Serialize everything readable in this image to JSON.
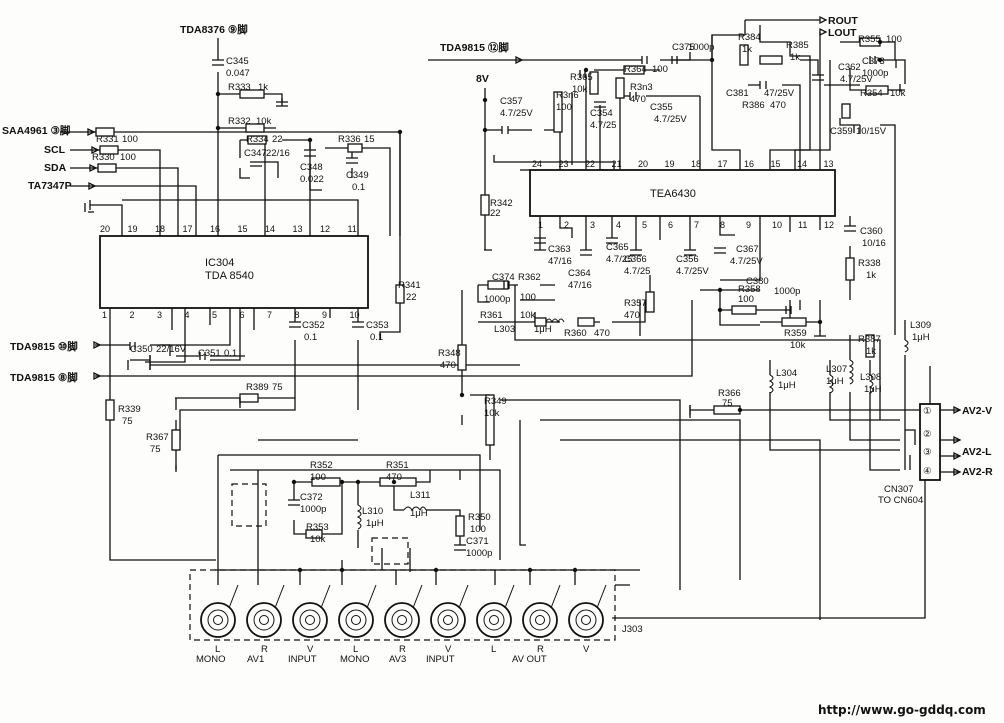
{
  "ic304": {
    "ref": "IC304",
    "part": "TDA 8540",
    "top_pins": [
      "20",
      "19",
      "18",
      "17",
      "16",
      "15",
      "14",
      "13",
      "12",
      "11"
    ],
    "bottom_pins": [
      "1",
      "2",
      "3",
      "4",
      "5",
      "6",
      "7",
      "8",
      "9",
      "10"
    ]
  },
  "u2": {
    "part": "TEA6430",
    "top_pins": [
      "24",
      "23",
      "22",
      "21",
      "20",
      "19",
      "18",
      "17",
      "16",
      "15",
      "14",
      "13"
    ],
    "bottom_pins": [
      "1",
      "2",
      "3",
      "4",
      "5",
      "6",
      "7",
      "8",
      "9",
      "10",
      "11",
      "12"
    ]
  },
  "external": {
    "tda8376": "TDA8376 ⑨脚",
    "saa4961": "SAA4961 ③脚",
    "scl": "SCL",
    "sda": "SDA",
    "ta7347p": "TA7347P",
    "tda9815_12": "TDA9815 ⑫脚",
    "tda9815_10": "TDA9815 ⑩脚",
    "tda9815_8": "TDA9815 ⑧脚",
    "rout": "ROUT",
    "lout": "LOUT",
    "v8": "8V"
  },
  "components": {
    "c345": [
      "C345",
      "0.047"
    ],
    "r333": [
      "R333",
      "1k"
    ],
    "r332": [
      "R332",
      "10k"
    ],
    "r331": [
      "R331",
      "100"
    ],
    "r330": [
      "R330",
      "100"
    ],
    "r334": [
      "R334",
      "22"
    ],
    "c347": [
      "C347",
      "22/16"
    ],
    "c348": [
      "C348",
      "0.022"
    ],
    "r336": [
      "R336",
      "15"
    ],
    "c349": [
      "C349",
      "0.1"
    ],
    "r341": [
      "R341",
      "22"
    ],
    "c352": [
      "C352",
      "0.1"
    ],
    "c353": [
      "C353",
      "0.1"
    ],
    "c350": [
      "C350",
      "22/16V"
    ],
    "c351": [
      "C351",
      "0.1"
    ],
    "r389": [
      "R389",
      "75"
    ],
    "r339": [
      "R339",
      "75"
    ],
    "r367": [
      "R367",
      "75"
    ],
    "c357": [
      "C357",
      "4.7/25V"
    ],
    "r342": [
      "R342",
      "22"
    ],
    "r3n6": [
      "R3n6",
      "100"
    ],
    "r365": [
      "R365",
      "10k"
    ],
    "c354": [
      "C354",
      "4.7/25"
    ],
    "r3n3": [
      "R3n3",
      "470"
    ],
    "c375": [
      "C375",
      "1000p"
    ],
    "r364": [
      "R364",
      "100"
    ],
    "c355": [
      "C355",
      "4.7/25V"
    ],
    "r384": [
      "R384",
      "1k"
    ],
    "r385": [
      "R385",
      "1k"
    ],
    "c381": [
      "C381",
      "47/25V"
    ],
    "r386": [
      "R386",
      "470"
    ],
    "c362": [
      "C362",
      "4.7/25V"
    ],
    "r355": [
      "R355",
      "100"
    ],
    "c373": [
      "C373",
      "1000p"
    ],
    "r354": [
      "R354",
      "10k"
    ],
    "c359": [
      "C359",
      "10/15V"
    ],
    "c363": [
      "C363",
      "47/16"
    ],
    "c364": [
      "C364",
      "47/16"
    ],
    "c365": [
      "C365",
      "4.7/25"
    ],
    "c366": [
      "C366",
      "4.7/25"
    ],
    "c356": [
      "C356",
      "4.7/25V"
    ],
    "c367": [
      "C367",
      "4.7/25V"
    ],
    "c374": [
      "C374",
      "1000p"
    ],
    "r362": [
      "R362",
      "100"
    ],
    "r361": [
      "R361",
      "10k"
    ],
    "l303": [
      "L303",
      "1μH"
    ],
    "r360": [
      "R360",
      "470"
    ],
    "r357": [
      "R357",
      "470"
    ],
    "r358": [
      "R358",
      "100"
    ],
    "c380": [
      "C380",
      "1000p"
    ],
    "r359": [
      "R359",
      "10k"
    ],
    "c360": [
      "C360",
      "10/16"
    ],
    "r338": [
      "R338",
      "1k"
    ],
    "r387": [
      "R387",
      "1k"
    ],
    "l309": [
      "L309",
      "1μH"
    ],
    "l304": [
      "L304",
      "1μH"
    ],
    "l307": [
      "L307",
      "1μH"
    ],
    "l308": [
      "L308",
      "1μH"
    ],
    "r366": [
      "R366",
      "75"
    ],
    "r348": [
      "R348",
      "470"
    ],
    "r349": [
      "R349",
      "10k"
    ],
    "r352": [
      "R352",
      "100"
    ],
    "r351": [
      "R351",
      "470"
    ],
    "c372": [
      "C372",
      "1000p"
    ],
    "r353": [
      "R353",
      "10k"
    ],
    "l310": [
      "L310",
      "1μH"
    ],
    "l311": [
      "L311",
      "1μH"
    ],
    "r350": [
      "R350",
      "100"
    ],
    "c371": [
      "C371",
      "1000p"
    ]
  },
  "cn307": {
    "ref": "CN307",
    "to": "TO CN604",
    "pins": [
      "①",
      "②",
      "③",
      "④"
    ],
    "signals": [
      "AV2-V",
      "AV2-L",
      "AV2-R"
    ]
  },
  "j303": {
    "ref": "J303",
    "jack_letters": [
      "L",
      "R",
      "V",
      "L",
      "R",
      "V",
      "L",
      "R",
      "V"
    ],
    "labels": [
      "MONO",
      "AV1",
      "INPUT",
      "MONO",
      "AV3",
      "INPUT",
      "AV OUT"
    ]
  },
  "watermark": "http://www.go-gddq.com"
}
